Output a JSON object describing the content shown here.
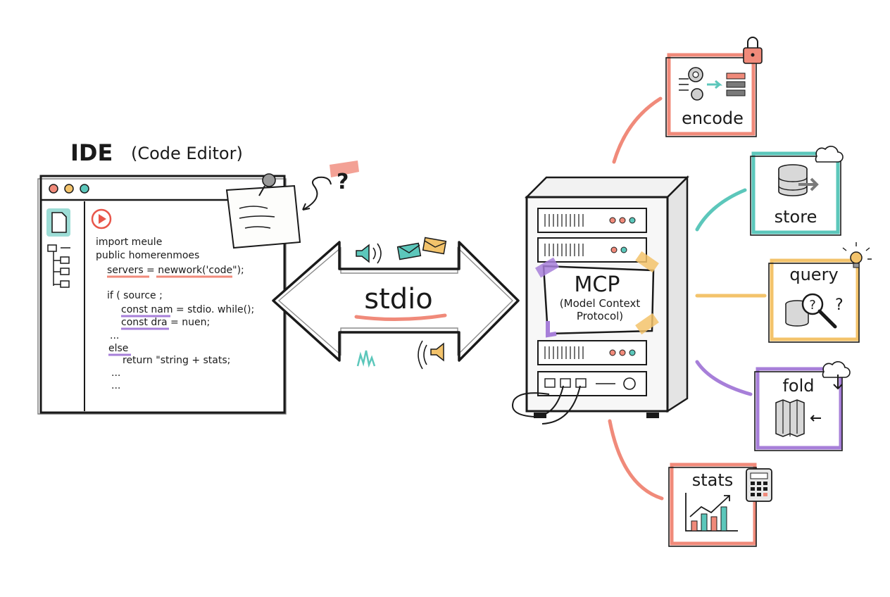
{
  "ide": {
    "title": "IDE",
    "subtitle": "(Code Editor)",
    "code_lines": [
      "import meule",
      "public homerenmoes",
      "servers = newwork('code\");",
      "if ( source ;",
      "const nam = stdio. while();",
      "const dra = nuen;",
      "...",
      "else",
      "return \"string + stats;",
      "...",
      "..."
    ],
    "note_mark": "?"
  },
  "transport": {
    "label": "stdio"
  },
  "server": {
    "name": "MCP",
    "full_name_line1": "(Model Context",
    "full_name_line2": "Protocol)"
  },
  "tools": [
    {
      "label": "encode",
      "color": "#f08a7a"
    },
    {
      "label": "store",
      "color": "#5cc7bb"
    },
    {
      "label": "query",
      "color": "#f3c36b",
      "badge": "?"
    },
    {
      "label": "fold",
      "color": "#a77fd9"
    },
    {
      "label": "stats",
      "color": "#f08a7a"
    }
  ],
  "colors": {
    "ink": "#1a1a1a",
    "coral": "#f08a7a",
    "teal": "#5cc7bb",
    "amber": "#f3c36b",
    "purple": "#a77fd9",
    "red_note": "#e8564a"
  }
}
